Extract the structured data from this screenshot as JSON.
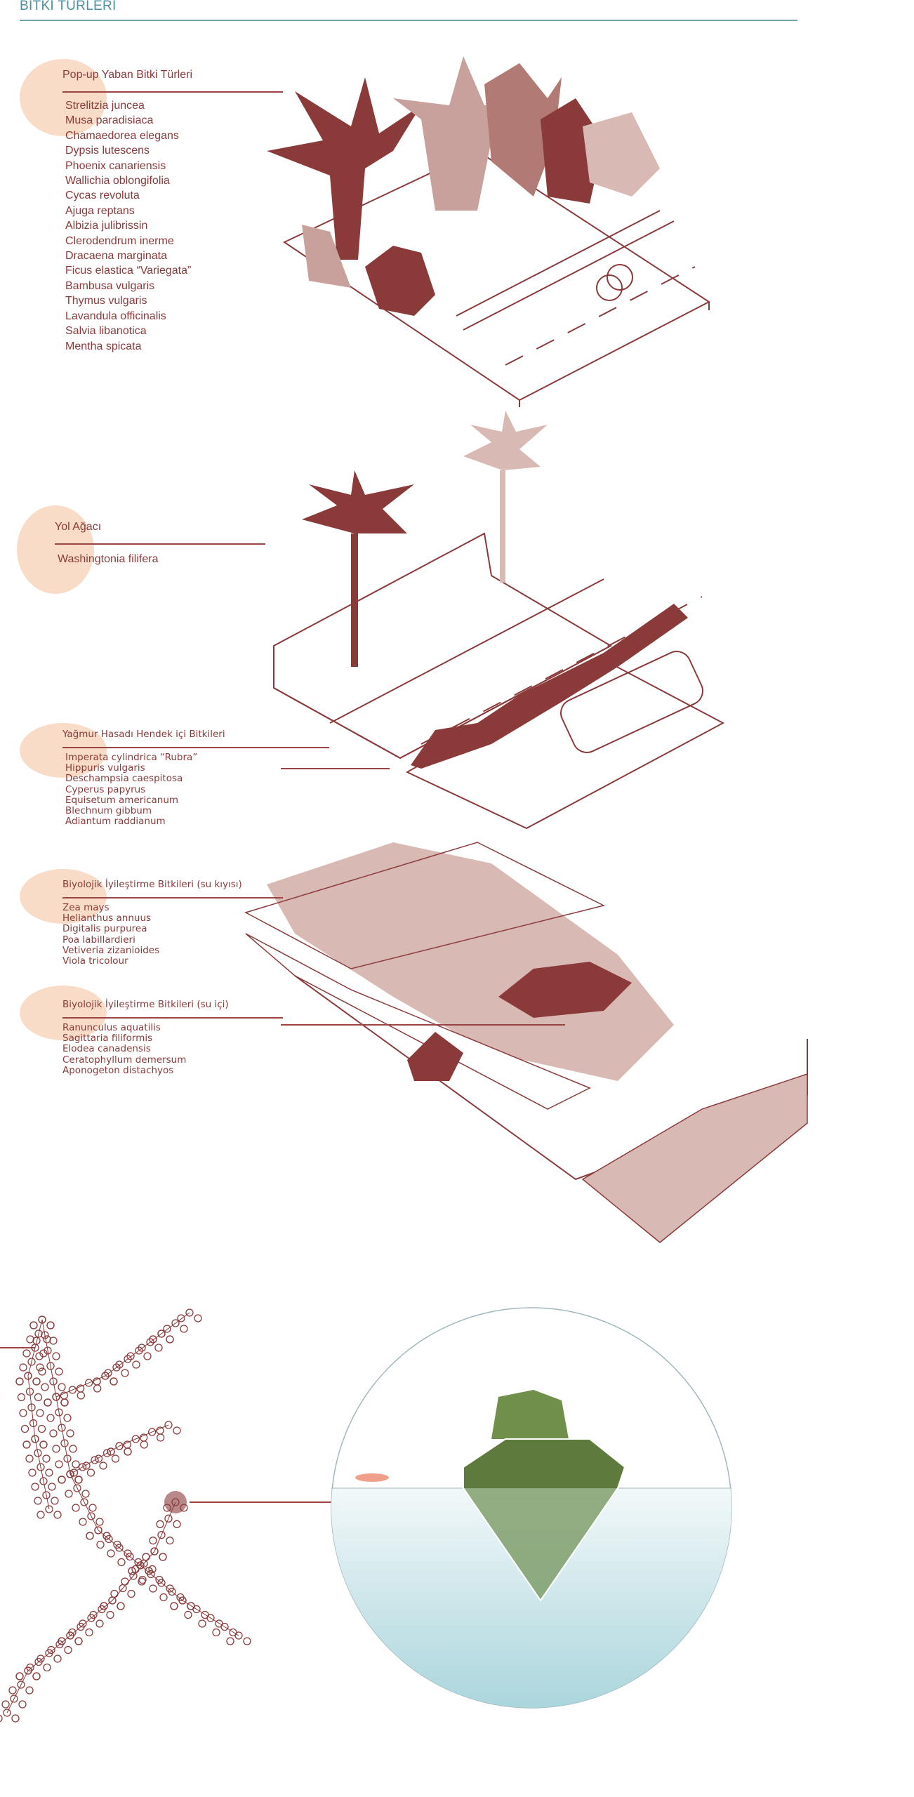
{
  "title": "BİTKİ TÜRLERİ",
  "colors": {
    "accent": "#8b3a3a",
    "title": "#4f8ea0",
    "blob": "#f9dcc8",
    "light": "#c9a19c",
    "water": "#bfe0e6"
  },
  "sections": [
    {
      "heading": "Pop-up Yaban Bitki Türleri",
      "items": [
        "Strelitzia juncea",
        "Musa paradisiaca",
        "Chamaedorea elegans",
        "Dypsis lutescens",
        "Phoenix canariensis",
        "Wallichia oblongifolia",
        "Cycas revoluta",
        "Ajuga reptans",
        "Albizia julibrissin",
        "Clerodendrum inerme",
        "Dracaena marginata",
        "Ficus elastica “Variegata”",
        "Bambusa vulgaris",
        "Thymus vulgaris",
        "Lavandula officinalis",
        "Salvia libanotica",
        "Mentha spicata"
      ]
    },
    {
      "heading": "Yol Ağacı",
      "items": [
        "Washingtonia filifera"
      ]
    },
    {
      "heading": "Yağmur Hasadı Hendek içi Bitkileri",
      "items": [
        "Imperata cylindrica “Rubra”",
        "Hippuris vulgaris",
        "Deschampsia caespitosa",
        "Cyperus papyrus",
        "Equisetum americanum",
        "Blechnum gibbum",
        "Adiantum raddianum"
      ]
    },
    {
      "heading": "Biyolojik İyileştirme Bitkileri (su kıyısı)",
      "items": [
        "Zea mays",
        "Helianthus annuus",
        "Digitalis purpurea",
        "Poa labillardieri",
        "Vetiveria zizanioides",
        "Viola tricolour"
      ]
    },
    {
      "heading": "Biyolojik İyileştirme Bitkileri (su içi)",
      "items": [
        "Ranunculus aquatilis",
        "Sagittaria filiformis",
        "Elodea canadensis",
        "Ceratophyllum demersum",
        "Aponogeton distachyos"
      ]
    }
  ]
}
